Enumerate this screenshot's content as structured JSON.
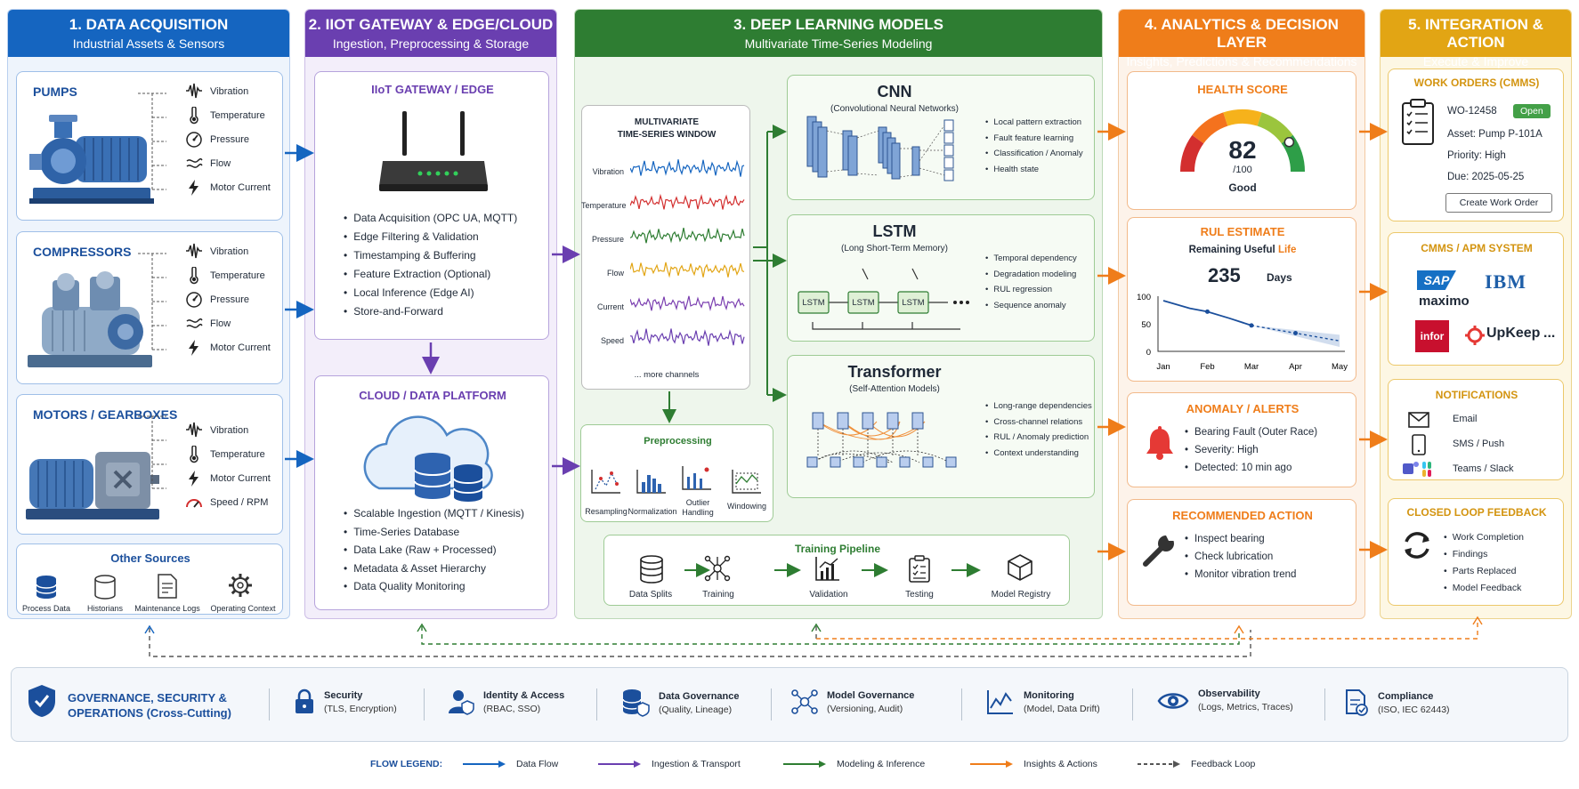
{
  "colors": {
    "acq": "#1565c0",
    "iiot": "#6a3fb0",
    "dl": "#2e7d32",
    "ana": "#ef7d1a",
    "int": "#e2a514"
  },
  "columns": [
    {
      "title": "1. DATA ACQUISITION",
      "subtitle": "Industrial Assets & Sensors"
    },
    {
      "title": "2. IIOT GATEWAY & EDGE/CLOUD",
      "subtitle": "Ingestion, Preprocessing & Storage"
    },
    {
      "title": "3. DEEP LEARNING MODELS",
      "subtitle": "Multivariate Time-Series Modeling"
    },
    {
      "title": "4. ANALYTICS & DECISION LAYER",
      "subtitle": "Insights, Predictions & Recommendations"
    },
    {
      "title": "5. INTEGRATION & ACTION",
      "subtitle": "Execute & Improve"
    }
  ],
  "acq": {
    "pumps": {
      "title": "PUMPS",
      "signals": [
        "Vibration",
        "Temperature",
        "Pressure",
        "Flow",
        "Motor Current"
      ]
    },
    "compressors": {
      "title": "COMPRESSORS",
      "signals": [
        "Vibration",
        "Temperature",
        "Pressure",
        "Flow",
        "Motor Current"
      ]
    },
    "motors": {
      "title": "MOTORS / GEARBOXES",
      "signals": [
        "Vibration",
        "Temperature",
        "Motor Current",
        "Speed / RPM"
      ]
    },
    "other": {
      "title": "Other Sources",
      "items": [
        "Process Data",
        "Historians",
        "Maintenance Logs",
        "Operating Context"
      ]
    }
  },
  "iiot": {
    "gateway": {
      "title": "IIoT GATEWAY / EDGE",
      "items": [
        "Data Acquisition (OPC UA, MQTT)",
        "Edge Filtering & Validation",
        "Timestamping & Buffering",
        "Feature Extraction (Optional)",
        "Local Inference (Edge AI)",
        "Store-and-Forward"
      ]
    },
    "cloud": {
      "title": "CLOUD / DATA PLATFORM",
      "items": [
        "Scalable Ingestion (MQTT / Kinesis)",
        "Time-Series Database",
        "Data Lake (Raw + Processed)",
        "Metadata & Asset Hierarchy",
        "Data Quality Monitoring"
      ]
    }
  },
  "dl": {
    "window": {
      "title1": "MULTIVARIATE",
      "title2": "TIME-SERIES WINDOW",
      "channels": [
        "Vibration",
        "Temperature",
        "Pressure",
        "Flow",
        "Current",
        "Speed"
      ],
      "more": "... more channels"
    },
    "pre": {
      "title": "Preprocessing",
      "steps": [
        "Resampling",
        "Normalization",
        "Outlier Handling",
        "Windowing"
      ]
    },
    "cnn": {
      "title": "CNN",
      "subtitle": "(Convolutional Neural Networks)",
      "items": [
        "Local pattern extraction",
        "Fault feature learning",
        "Classification / Anomaly",
        "Health state"
      ]
    },
    "lstm": {
      "title": "LSTM",
      "subtitle": "(Long Short-Term Memory)",
      "cell": "LSTM",
      "items": [
        "Temporal dependency",
        "Degradation modeling",
        "RUL regression",
        "Sequence anomaly"
      ]
    },
    "transformer": {
      "title": "Transformer",
      "subtitle": "(Self-Attention Models)",
      "items": [
        "Long-range dependencies",
        "Cross-channel relations",
        "RUL / Anomaly prediction",
        "Context understanding"
      ]
    },
    "training": {
      "title": "Training Pipeline",
      "steps": [
        "Data Splits",
        "Training",
        "Validation",
        "Testing",
        "Model Registry"
      ]
    }
  },
  "ana": {
    "health": {
      "title": "HEALTH SCORE",
      "value": "82",
      "unit": "/100",
      "label": "Good",
      "score": 82
    },
    "rul": {
      "title": "RUL ESTIMATE",
      "sub1": "Remaining Useful ",
      "sub2": "Life",
      "value": "235",
      "unit": "Days",
      "yticks": [
        "100",
        "50",
        "0"
      ],
      "months": [
        "Jan",
        "Feb",
        "Mar",
        "Apr",
        "May"
      ]
    },
    "alerts": {
      "title": "ANOMALY / ALERTS",
      "items": [
        "Bearing Fault (Outer Race)",
        "Severity: High",
        "Detected: 10 min ago"
      ]
    },
    "action": {
      "title": "RECOMMENDED ACTION",
      "items": [
        "Inspect bearing",
        "Check lubrication",
        "Monitor vibration trend"
      ]
    }
  },
  "int": {
    "wo": {
      "title": "WORK ORDERS (CMMS)",
      "id": "WO-12458",
      "status": "Open",
      "asset": "Asset: Pump P-101A",
      "priority": "Priority: High",
      "due": "Due: 2025-05-25",
      "button": "Create Work Order"
    },
    "cmms": {
      "title": "CMMS / APM SYSTEM",
      "sap": "SAP",
      "maximo": "maximo",
      "ibm": "IBM",
      "infor": "infor",
      "upkeep": "UpKeep",
      "more": "..."
    },
    "notif": {
      "title": "NOTIFICATIONS",
      "items": [
        "Email",
        "SMS / Push",
        "Teams / Slack"
      ]
    },
    "loop": {
      "title": "CLOSED LOOP FEEDBACK",
      "items": [
        "Work Completion",
        "Findings",
        "Parts Replaced",
        "Model Feedback"
      ]
    }
  },
  "gov": {
    "title1": "GOVERNANCE, SECURITY &",
    "title2": "OPERATIONS (Cross-Cutting)",
    "items": [
      {
        "t": "Security",
        "s": "(TLS, Encryption)"
      },
      {
        "t": "Identity & Access",
        "s": "(RBAC, SSO)"
      },
      {
        "t": "Data Governance",
        "s": "(Quality, Lineage)"
      },
      {
        "t": "Model Governance",
        "s": "(Versioning, Audit)"
      },
      {
        "t": "Monitoring",
        "s": "(Model, Data Drift)"
      },
      {
        "t": "Observability",
        "s": "(Logs, Metrics, Traces)"
      },
      {
        "t": "Compliance",
        "s": "(ISO, IEC 62443)"
      }
    ]
  },
  "legend": {
    "title": "FLOW LEGEND:",
    "items": [
      "Data Flow",
      "Ingestion & Transport",
      "Modeling & Inference",
      "Insights & Actions",
      "Feedback Loop"
    ]
  }
}
